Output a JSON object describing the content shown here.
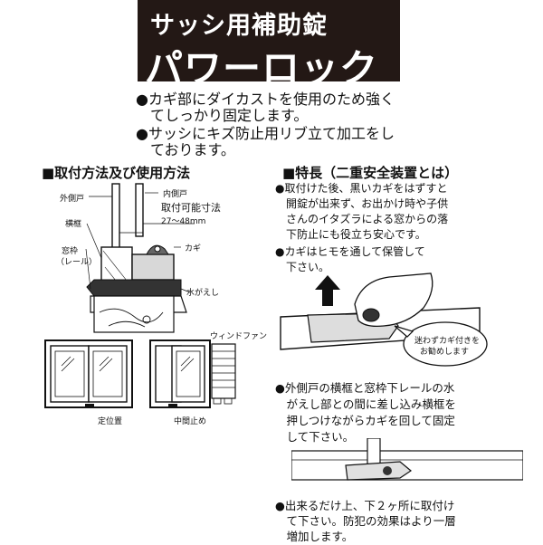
{
  "title": {
    "subtitle": "サッシ用補助錠",
    "product": "パワーロック"
  },
  "intro": [
    "●カギ部にダイカストを使用のため強く",
    "　てしっかり固定します。",
    "●サッシにキズ防止用リブ立て加工をし",
    "　ております。"
  ],
  "install": {
    "heading": "■取付方法及び使用方法",
    "labels": {
      "outer_door": "外側戸",
      "inner_door": "内側戸",
      "range_label": "取付可能寸法",
      "range_value": "27〜48mm",
      "frame": "横框",
      "sash": "窓枠",
      "rail": "（レール）",
      "key": "カギ",
      "drip": "水がえし",
      "window_fan": "ウィンドファン",
      "fixed_position": "定位置",
      "middle_stop": "中間止め"
    }
  },
  "features": {
    "heading": "■特長（二重安全装置とは）",
    "note1": [
      "●取付けた後、黒いカギをはずすと",
      "　開錠が出来ず、お出かけ時や子供",
      "　さんのイタズラによる窓からの落",
      "　下防止にも役立ち安心です。"
    ],
    "note2": [
      "●カギはヒモを通して保管して",
      "　下さい。"
    ],
    "bubble": [
      "迷わずカギ付きを",
      "お勧めします"
    ]
  },
  "instructions": {
    "step1": [
      "●外側戸の横框と窓枠下レールの水",
      "　がえし部との間に差し込み横框を",
      "　押しつけながらカギを回して固定",
      "　して下さい。"
    ],
    "step2": [
      "●出来るだけ上、下２ヶ所に取付け",
      "　て下さい。防犯の効果はより一層",
      "　増加します。"
    ]
  }
}
